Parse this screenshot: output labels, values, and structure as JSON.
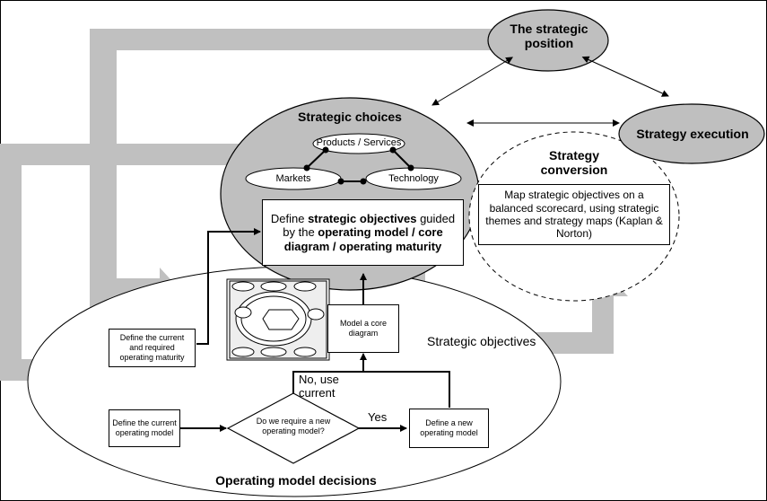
{
  "nodes": {
    "strategic_position": "The strategic position",
    "strategy_execution": "Strategy execution",
    "strategic_choices": "Strategic choices",
    "strategy_conversion": "Strategy conversion",
    "operating_model_decisions": "Operating model decisions",
    "products_services": "Products / Services",
    "markets": "Markets",
    "technology": "Technology"
  },
  "boxes": {
    "objectives_pre": "Define ",
    "objectives_b1": "strategic objectives",
    "objectives_mid": " guided by the ",
    "objectives_b2": "operating model / core diagram / operating maturity",
    "map_objectives": "Map strategic objectives on a balanced scorecard, using strategic themes and strategy maps (Kaplan & Norton)",
    "model_core": "Model a core diagram",
    "define_maturity": "Define the current and required operating maturity",
    "define_current": "Define the current operating model",
    "decision": "Do we require a new operating model?",
    "define_new": "Define a new operating model"
  },
  "labels": {
    "strategic_objectives_arrow": "Strategic objectives",
    "no_use_current": "No, use current",
    "yes": "Yes"
  },
  "colors": {
    "ellipse_gray": "#bfbfbf",
    "arrow_gray": "#c0c0c0"
  }
}
